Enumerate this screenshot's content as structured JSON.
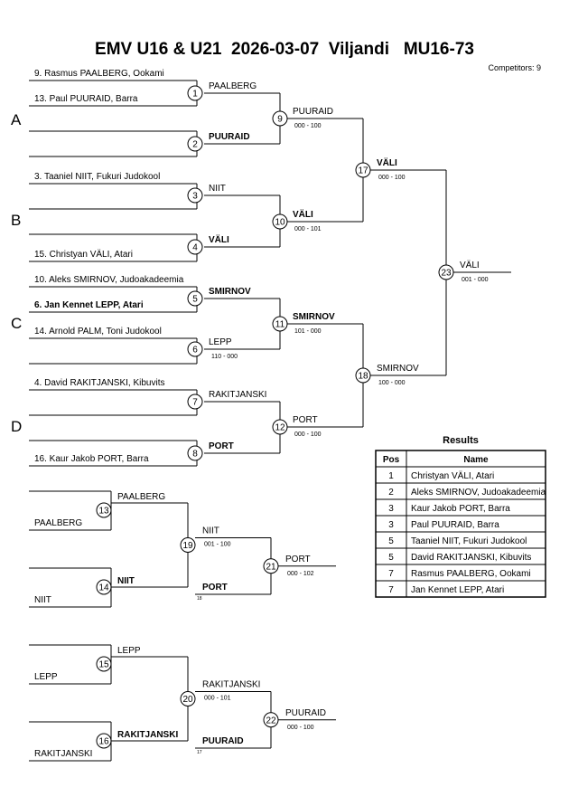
{
  "title": "EMV U16 & U21  2026-03-07  Viljandi   MU16-73",
  "competitors": "Competitors: 9",
  "pools": [
    "A",
    "B",
    "C",
    "D"
  ],
  "entries": [
    {
      "text": "9. Rasmus PAALBERG, Ookami",
      "bold": false
    },
    {
      "text": "13. Paul PUURAID, Barra",
      "bold": false
    },
    {
      "text": "3. Taaniel NIIT, Fukuri Judokool",
      "bold": false
    },
    {
      "text": "",
      "bold": false
    },
    {
      "text": "15. Christyan VÄLI, Atari",
      "bold": false
    },
    {
      "text": "10. Aleks SMIRNOV, Judoakadeemia",
      "bold": false
    },
    {
      "text": "6. Jan Kennet LEPP, Atari",
      "bold": true
    },
    {
      "text": "14. Arnold PALM, Toni Judokool",
      "bold": false
    },
    {
      "text": "4. David RAKITJANSKI, Kibuvits",
      "bold": false
    },
    {
      "text": "",
      "bold": false
    },
    {
      "text": "16. Kaur Jakob  PORT, Barra",
      "bold": false
    }
  ],
  "matches": [
    {
      "num": "1",
      "winner": "PAALBERG",
      "winner_bold": false,
      "score": ""
    },
    {
      "num": "2",
      "winner": "PUURAID",
      "winner_bold": true,
      "score": ""
    },
    {
      "num": "3",
      "winner": "NIIT",
      "winner_bold": false,
      "score": ""
    },
    {
      "num": "4",
      "winner": "VÄLI",
      "winner_bold": true,
      "score": ""
    },
    {
      "num": "5",
      "winner": "SMIRNOV",
      "winner_bold": true,
      "score": ""
    },
    {
      "num": "6",
      "winner": "LEPP",
      "winner_bold": false,
      "score": "110 - 000"
    },
    {
      "num": "7",
      "winner": "RAKITJANSKI",
      "winner_bold": false,
      "score": ""
    },
    {
      "num": "8",
      "winner": "PORT",
      "winner_bold": true,
      "score": ""
    },
    {
      "num": "9",
      "winner": "PUURAID",
      "winner_bold": false,
      "score": "000 - 100"
    },
    {
      "num": "10",
      "winner": "VÄLI",
      "winner_bold": true,
      "score": "000 - 101"
    },
    {
      "num": "11",
      "winner": "SMIRNOV",
      "winner_bold": true,
      "score": "101 - 000"
    },
    {
      "num": "12",
      "winner": "PORT",
      "winner_bold": false,
      "score": "000 - 100"
    },
    {
      "num": "17",
      "winner": "VÄLI",
      "winner_bold": true,
      "score": "000 - 100"
    },
    {
      "num": "18",
      "winner": "SMIRNOV",
      "winner_bold": false,
      "score": "100 - 000"
    },
    {
      "num": "23",
      "winner": "VÄLI",
      "winner_bold": false,
      "score": "001 - 000"
    }
  ],
  "repechage": [
    {
      "entries": [
        {
          "text": "PAALBERG",
          "bold": false
        },
        {
          "text": "NIIT",
          "bold": false
        }
      ],
      "matches": [
        {
          "num": "13",
          "winner": "PAALBERG",
          "winner_bold": false,
          "score": ""
        },
        {
          "num": "14",
          "winner": "NIIT",
          "winner_bold": true,
          "score": ""
        },
        {
          "num": "19",
          "winner": "NIIT",
          "winner_bold": false,
          "score": "001 - 100"
        },
        {
          "num": "21",
          "winner": "PORT",
          "winner_bold": false,
          "score": "000 - 102"
        }
      ],
      "cross": {
        "name": "PORT",
        "bold": true,
        "ref": "18"
      }
    },
    {
      "entries": [
        {
          "text": "LEPP",
          "bold": false
        },
        {
          "text": "RAKITJANSKI",
          "bold": false
        }
      ],
      "matches": [
        {
          "num": "15",
          "winner": "LEPP",
          "winner_bold": false,
          "score": ""
        },
        {
          "num": "16",
          "winner": "RAKITJANSKI",
          "winner_bold": true,
          "score": ""
        },
        {
          "num": "20",
          "winner": "RAKITJANSKI",
          "winner_bold": false,
          "score": "000 - 101"
        },
        {
          "num": "22",
          "winner": "PUURAID",
          "winner_bold": false,
          "score": "000 - 100"
        }
      ],
      "cross": {
        "name": "PUURAID",
        "bold": true,
        "ref": "17"
      }
    }
  ],
  "results": {
    "title": "Results",
    "headers": [
      "Pos",
      "Name"
    ],
    "rows": [
      [
        "1",
        "Christyan VÄLI, Atari"
      ],
      [
        "2",
        "Aleks SMIRNOV, Judoakadeemia"
      ],
      [
        "3",
        "Kaur Jakob  PORT, Barra"
      ],
      [
        "3",
        "Paul PUURAID, Barra"
      ],
      [
        "5",
        "Taaniel NIIT, Fukuri Judokool"
      ],
      [
        "5",
        "David RAKITJANSKI, Kibuvits"
      ],
      [
        "7",
        "Rasmus PAALBERG, Ookami"
      ],
      [
        "7",
        "Jan Kennet LEPP, Atari"
      ]
    ]
  }
}
